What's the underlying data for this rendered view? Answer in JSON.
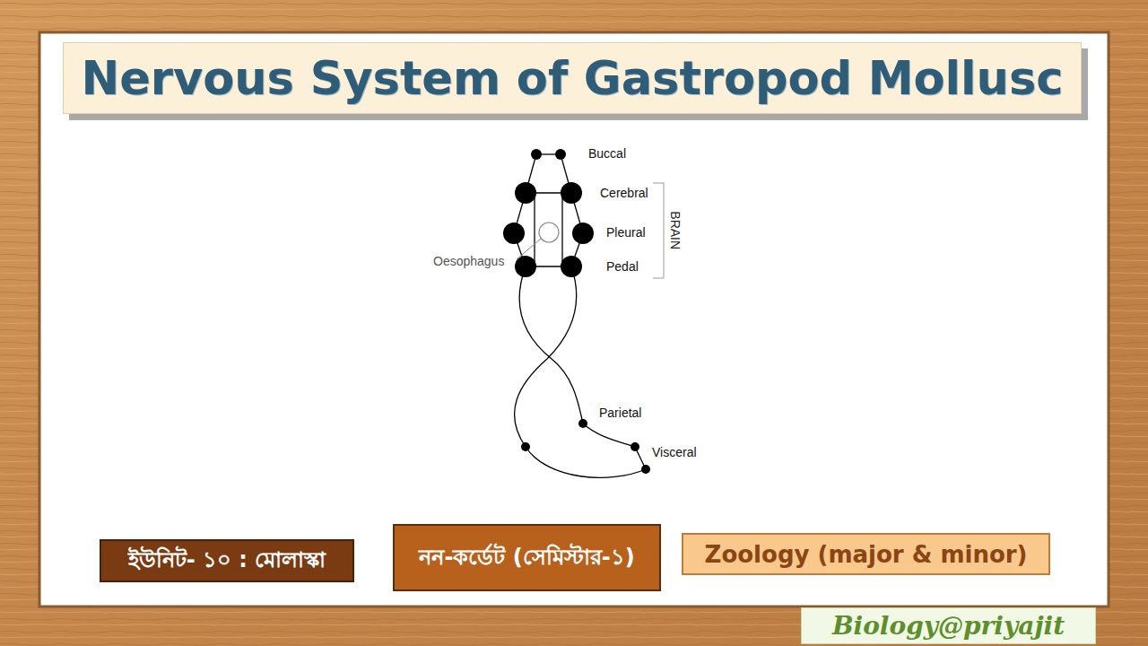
{
  "diagram": {
    "title": "Nervous System of Gastropod Mollusc",
    "nodes": [
      {
        "text": [
          "ইউনিট- ১০ : মোলাস্কা"
        ]
      },
      {
        "text": [
          "নন-কর্ডেট (সেমিস্টার-১)"
        ]
      },
      {
        "text": [
          "Zoology (major & minor)"
        ]
      },
      {
        "text": [
          "Biology@priyajit"
        ]
      }
    ],
    "labels": [
      "Buccal",
      "Cerebral",
      "Pleural",
      "Pedal",
      "BRAIN",
      "Oesophagus",
      "Parietal",
      "Visceral"
    ]
  }
}
